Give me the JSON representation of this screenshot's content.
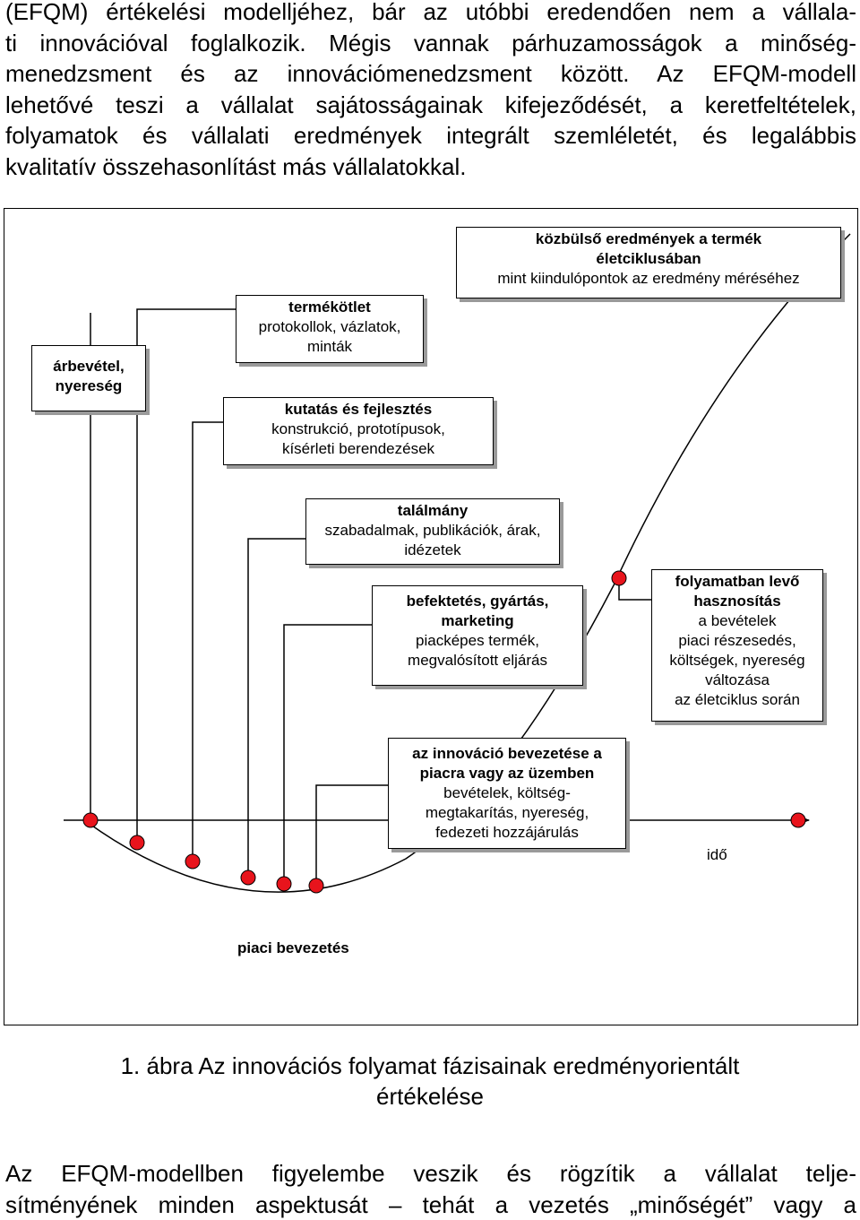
{
  "top_paragraph": {
    "lines": [
      "(EFQM) értékelési modelljéhez, bár az utóbbi eredendően nem a vállala-",
      "ti innovációval foglalkozik. Mégis vannak párhuzamosságok a minőség-",
      "menedzsment és az innovációmenedzsment között. Az EFQM-modell",
      "lehetővé teszi a vállalat sajátosságainak kifejeződését, a keretfeltételek,",
      "folyamatok és vállalati eredmények integrált szemléletét, és legalábbis",
      "kvalitatív összehasonlítást más vállalatokkal."
    ]
  },
  "figure": {
    "boxes": {
      "revenue": {
        "bold": [
          "árbevétel,",
          "nyereség"
        ],
        "normal": []
      },
      "idea": {
        "bold": [
          "termékötlet"
        ],
        "normal": [
          "protokollok, vázlatok,",
          "minták"
        ]
      },
      "intermediate": {
        "bold": [
          "közbülső eredmények a termék",
          "életciklusában"
        ],
        "normal": [
          "mint kiindulópontok az eredmény méréséhez"
        ]
      },
      "rnd": {
        "bold": [
          "kutatás és fejlesztés"
        ],
        "normal": [
          "konstrukció, prototípusok,",
          "kísérleti berendezések"
        ]
      },
      "invention": {
        "bold": [
          "találmány"
        ],
        "normal": [
          "szabadalmak, publikációk, árak,",
          "idézetek"
        ]
      },
      "investment": {
        "bold": [
          "befektetés, gyártás,",
          "marketing"
        ],
        "normal": [
          "piacképes termék,",
          "megvalósított eljárás"
        ]
      },
      "utilization": {
        "bold": [
          "folyamatban levő",
          "hasznosítás"
        ],
        "normal": [
          "a bevételek",
          "piaci részesedés,",
          "költségek, nyereség",
          "változása",
          "az életciklus során"
        ]
      },
      "introduction": {
        "bold": [
          "az innováció bevezetése a",
          "piacra vagy az üzemben"
        ],
        "normal": [
          "bevételek, költség-",
          "megtakarítás, nyereség,",
          "fedezeti hozzájárulás"
        ]
      }
    },
    "time_label": "idő",
    "market_label": "piaci bevezetés",
    "colors": {
      "marker_fill": "#e8141c",
      "shadow": "#9a9a9a",
      "stroke": "#000000"
    }
  },
  "caption": {
    "line1": "1. ábra Az innovációs folyamat fázisainak eredményorientált",
    "line2": "értékelése"
  },
  "bottom_paragraph": {
    "line1": "Az EFQM-modellben figyelembe veszik és rögzítik a vállalat telje-",
    "line2": "sítményének minden aspektusát – tehát a vezetés „minőségét” vagy a"
  }
}
